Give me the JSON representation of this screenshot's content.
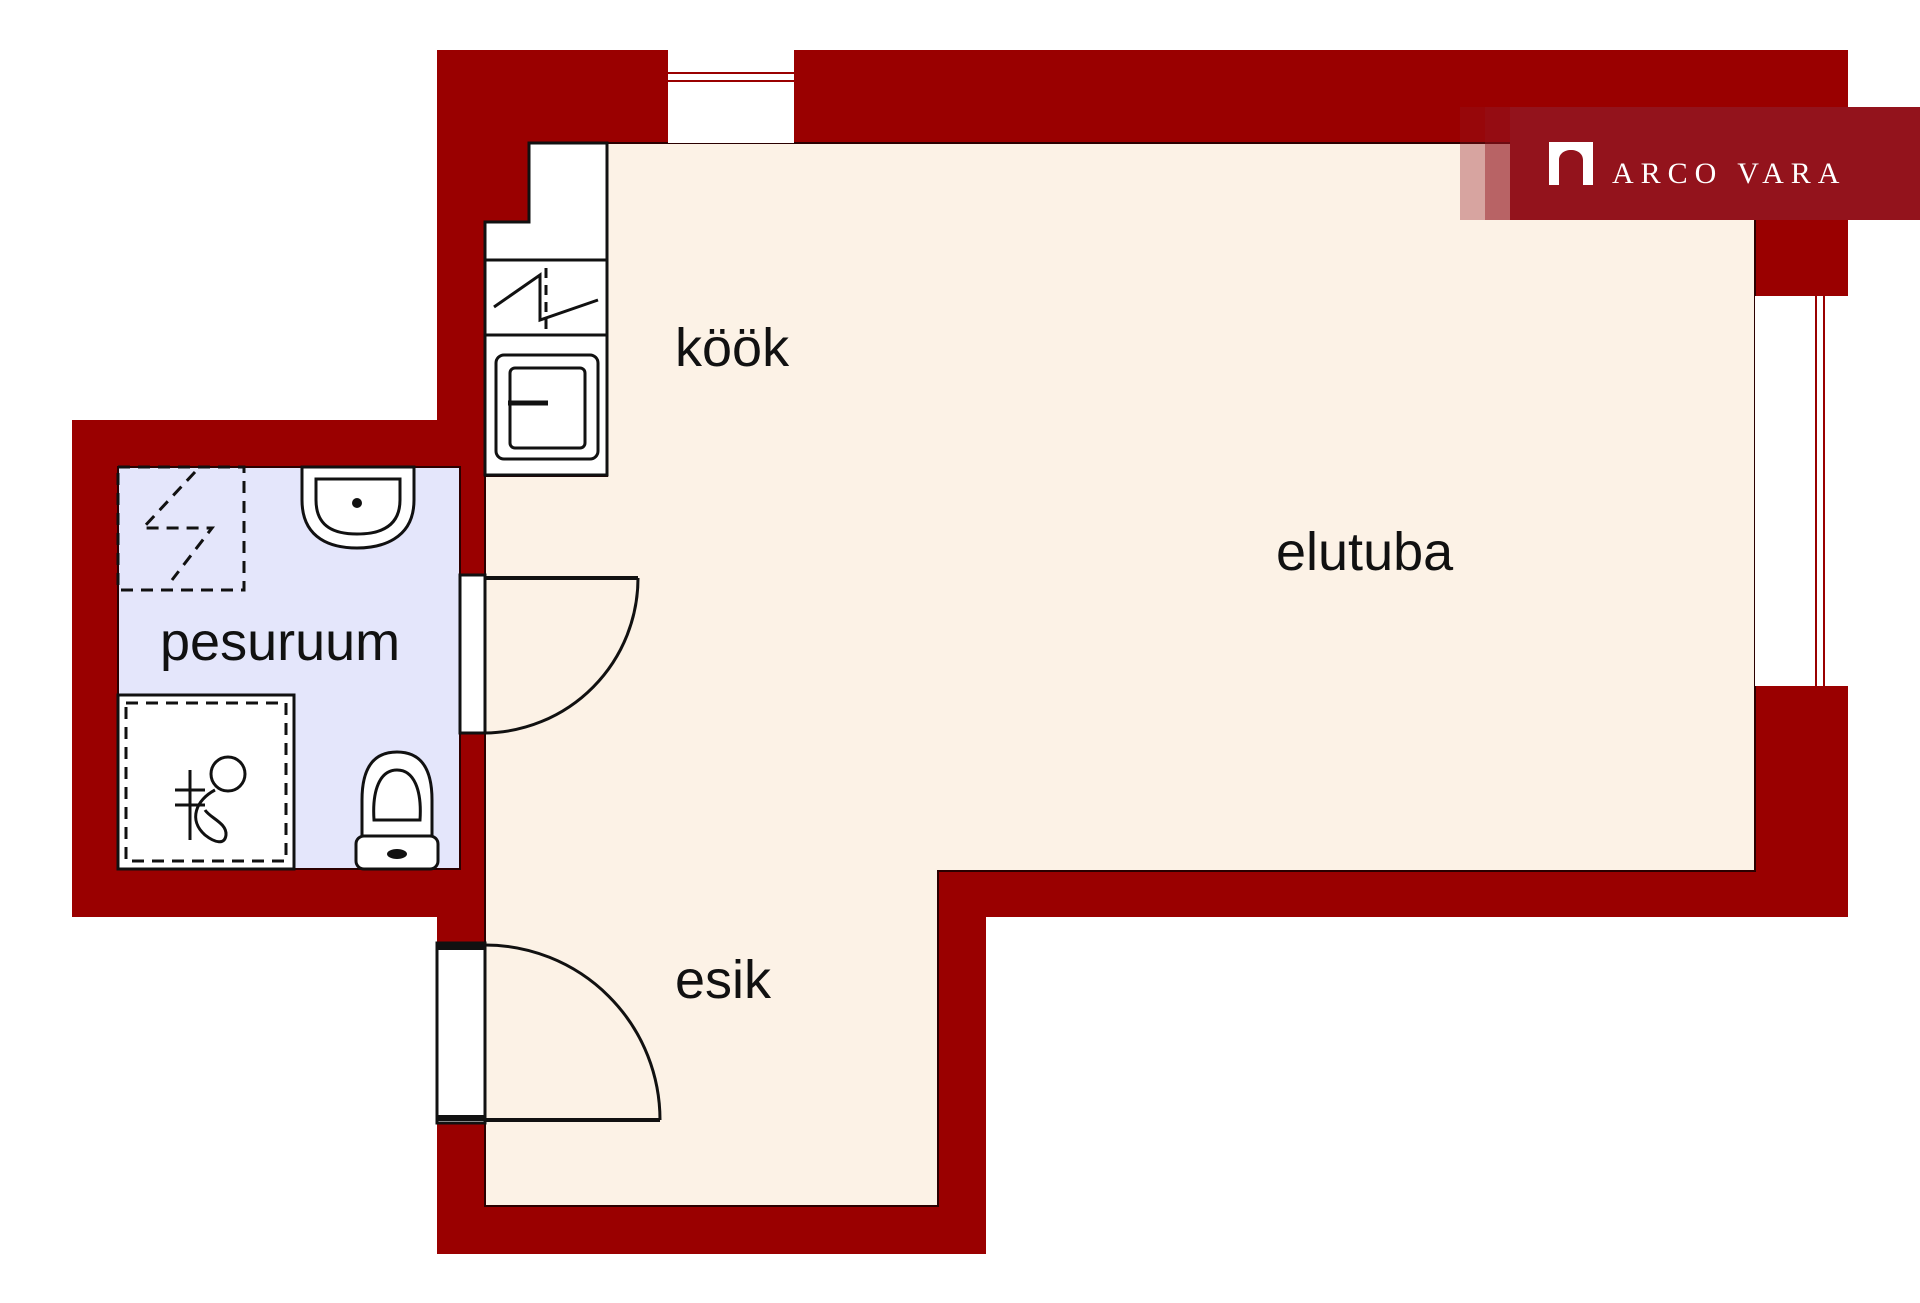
{
  "rooms": {
    "kitchen": "köök",
    "living_room": "elutuba",
    "bathroom": "pesuruum",
    "hallway": "esik"
  },
  "logo": {
    "text": "ARCO VARA"
  },
  "colors": {
    "wall": "#9a0000",
    "main_floor": "#fcf2e6",
    "bathroom_floor": "#e4e6fb",
    "logo_band": "#93131c"
  },
  "icons": [
    "sink-icon",
    "toilet-icon",
    "kitchen-sink-icon",
    "stove-icon",
    "shower-icon",
    "washing-machine-icon",
    "logo-mark-icon"
  ]
}
